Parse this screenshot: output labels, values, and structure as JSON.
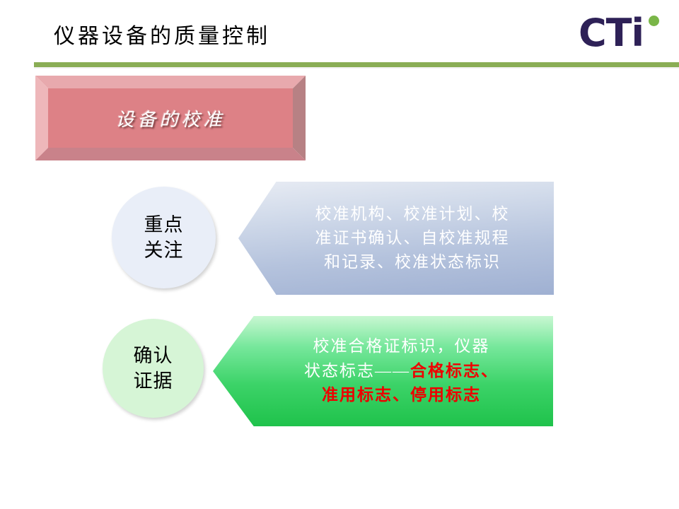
{
  "slide": {
    "title": "仪器设备的质量控制",
    "accent_rule_color": "#8aad55",
    "background_color": "#ffffff"
  },
  "logo": {
    "name": "cti-logo",
    "text": "CTi",
    "dot_icon": "green-dot-icon",
    "text_color": "#2e2157",
    "dot_color": "#7ab648"
  },
  "banner": {
    "label": "设备的校准",
    "fill_color": "#dd8186",
    "bevel_top_color": "#e8a9ad",
    "bevel_left_color": "#eeb7ba",
    "bevel_right_color": "#b78184",
    "bevel_bottom_color": "#c9828a",
    "text_color": "#ffffff"
  },
  "rows": [
    {
      "id": "focus",
      "circle_label_line1": "重点",
      "circle_label_line2": "关注",
      "circle_color": "#e9eef8",
      "arrow_color_top": "#e7ebf3",
      "arrow_color_bottom": "#9fb0d2",
      "arrow_lines": [
        "校准机构、校准计划、校",
        "准证书确认、自校准规程",
        "和记录、校准状态标识"
      ],
      "arrow_text_color": "#ffffff"
    },
    {
      "id": "evidence",
      "circle_label_line1": "确认",
      "circle_label_line2": "证据",
      "circle_color": "#d6f5d6",
      "arrow_color_top": "#c9f7d2",
      "arrow_color_bottom": "#1fc24b",
      "arrow_line1_white": "校准合格证标识，仪器",
      "arrow_line2_white": "状态标志——",
      "arrow_line2_red": "合格标志、",
      "arrow_line3_red": "准用标志、停用标志",
      "arrow_text_color": "#ffffff",
      "arrow_highlight_color": "#ee0000"
    }
  ]
}
